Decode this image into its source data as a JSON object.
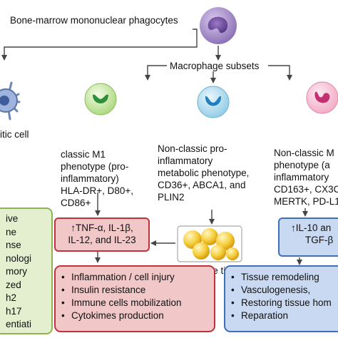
{
  "colors": {
    "red_fill": "#f2c7c7",
    "red_border": "#c0323a",
    "blue_fill": "#c9d9f1",
    "blue_border": "#3f6fb6",
    "green_fill": "#e4efd0",
    "green_border": "#8fb34e",
    "arrow": "#444444"
  },
  "top": {
    "label": "Bone-marrow mononuclear phagocytes",
    "cell_icon": "monocyte-icon"
  },
  "subsets": {
    "label": "Macrophage subsets"
  },
  "dendritic": {
    "label": "itic cell",
    "cell_icon": "dendritic-cell-icon"
  },
  "m1": {
    "lines": [
      "classic M1",
      "phenotype (pro-",
      "inflammatory)",
      "HLA-DR+, D80+,",
      "CD86+"
    ],
    "cell_icon": "m1-macrophage-icon"
  },
  "metabolic": {
    "lines": [
      "Non-classic pro-",
      "inflammatory",
      "metabolic phenotype,",
      "CD36+, ABCA1, and",
      "PLIN2"
    ],
    "cell_icon": "metabolic-macrophage-icon"
  },
  "m2": {
    "lines": [
      "Non-classic M",
      "phenotype (a",
      "inflammatory",
      "CD163+, CX3C",
      "MERTK, PD-L1"
    ],
    "cell_icon": "m2-macrophage-icon"
  },
  "adipose": {
    "label": "Adipose tissue",
    "icon": "adipose-tissue-icon"
  },
  "green_box": {
    "lines": [
      "ive",
      "ne",
      "nse",
      "nologi",
      "mory",
      "zed",
      "h2",
      "h17",
      "entiati"
    ]
  },
  "m1_cytokines": {
    "lines": [
      "↑TNF-α, IL-1β,",
      "IL-12, and IL-23"
    ]
  },
  "m2_cytokines": {
    "lines": [
      "↑IL-10 an",
      "TGF-β"
    ]
  },
  "m1_effects": {
    "items": [
      "Inflammation / cell injury",
      "Insulin resistance",
      "Immune cells mobilization",
      "Cytokimes production"
    ]
  },
  "m2_effects": {
    "items": [
      "Tissue remodeling",
      "Vasculogenesis,",
      "Restoring tissue hom",
      "Reparation"
    ]
  }
}
